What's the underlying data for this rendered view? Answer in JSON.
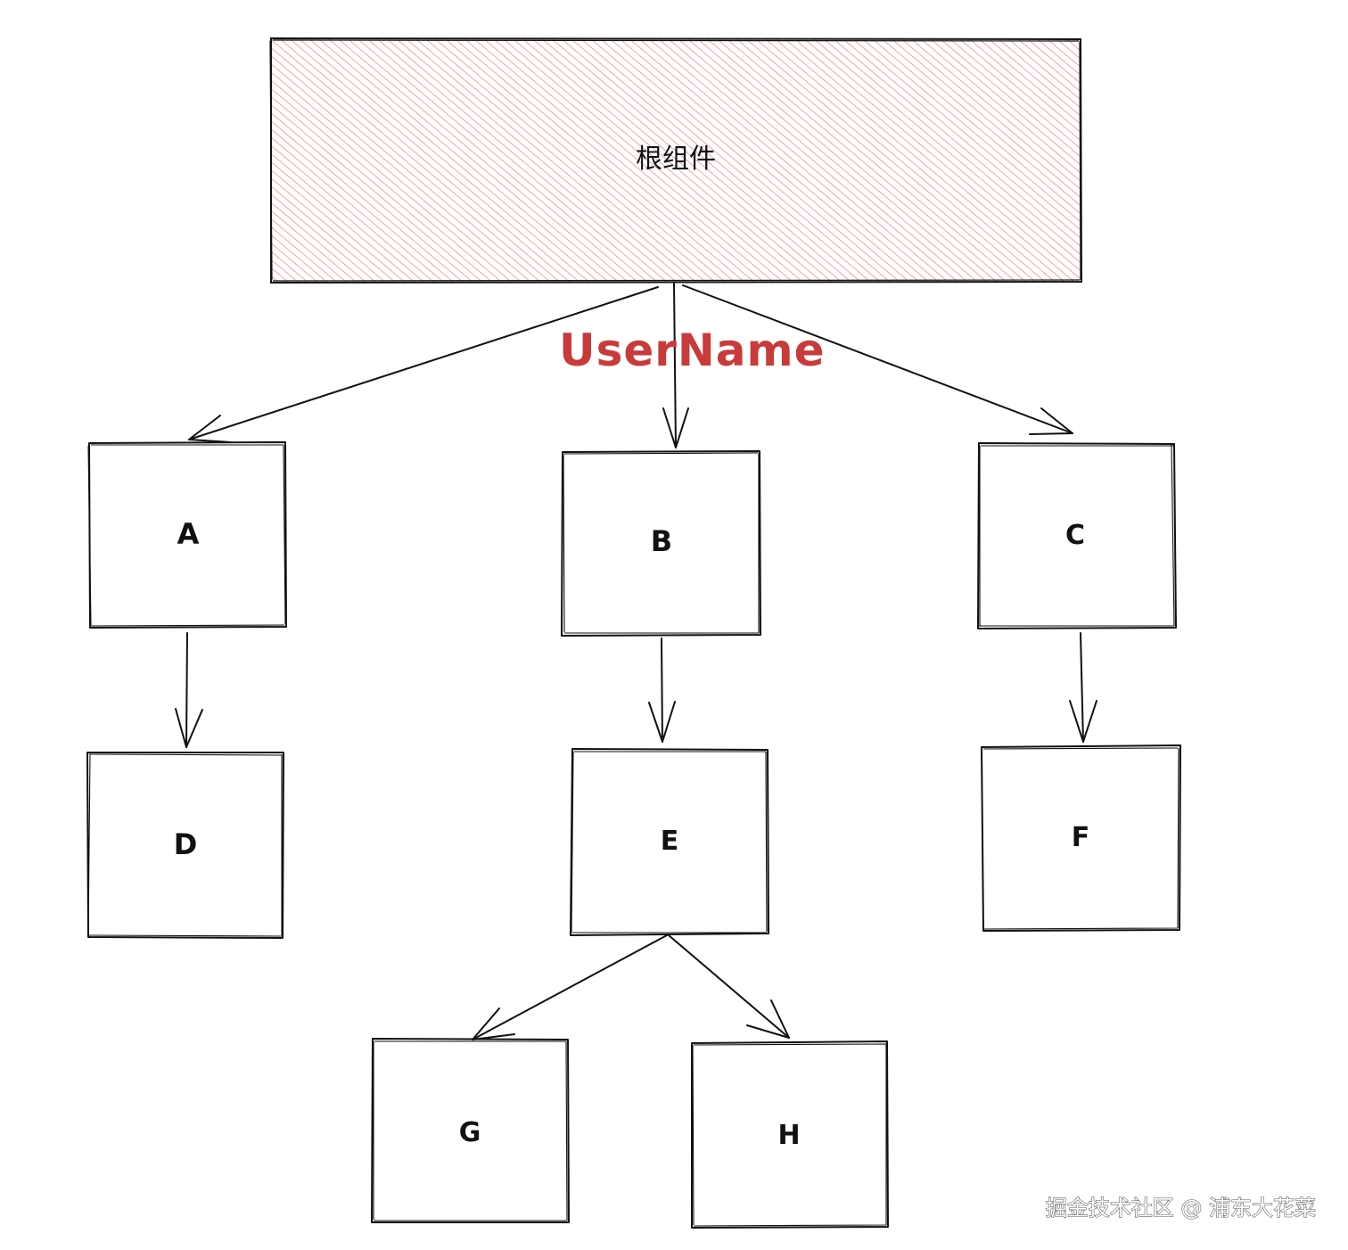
{
  "diagram": {
    "top_caption": "",
    "root": {
      "label": "根组件",
      "fill_color": "#f08a8a"
    },
    "edge_label": {
      "text": "UserName",
      "color": "#c93a3a"
    },
    "nodes": {
      "A": "A",
      "B": "B",
      "C": "C",
      "D": "D",
      "E": "E",
      "F": "F",
      "G": "G",
      "H": "H"
    },
    "edges": [
      [
        "root",
        "A"
      ],
      [
        "root",
        "B"
      ],
      [
        "root",
        "C"
      ],
      [
        "A",
        "D"
      ],
      [
        "B",
        "E"
      ],
      [
        "C",
        "F"
      ],
      [
        "E",
        "G"
      ],
      [
        "E",
        "H"
      ]
    ],
    "stroke_color": "#111111"
  },
  "watermark": "掘金技术社区 @ 浦东大花菜"
}
